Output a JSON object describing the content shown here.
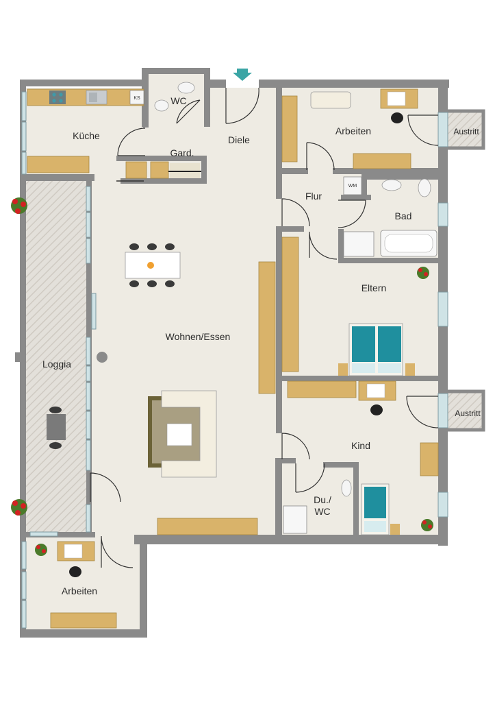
{
  "rooms": {
    "kueche": "Küche",
    "wc": "WC",
    "garderobe": "Gard.",
    "diele": "Diele",
    "arbeiten_top": "Arbeiten",
    "austritt_top": "Austritt",
    "flur": "Flur",
    "bad": "Bad",
    "eltern": "Eltern",
    "wohnen": "Wohnen/Essen",
    "loggia": "Loggia",
    "austritt_mid": "Austritt",
    "kind": "Kind",
    "duwc_line1": "Du./",
    "duwc_line2": "WC",
    "arbeiten_bottom": "Arbeiten"
  },
  "fixtures": {
    "fridge": "KS",
    "washer": "WM"
  },
  "colors": {
    "wall": "#8a8a8a",
    "floor": "#eeebe3",
    "wood": "#d9b36a",
    "bed_blue": "#1f8f9e",
    "rug": "#6b6237",
    "rug_inner": "#a99f82",
    "entry_arrow": "#3aa5a5"
  },
  "icons": {
    "entry": "entry-arrow-icon",
    "plant": "plant-icon"
  }
}
